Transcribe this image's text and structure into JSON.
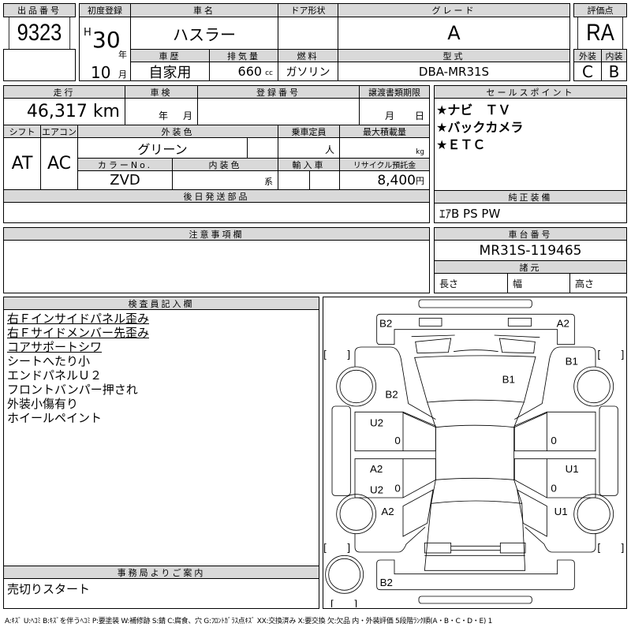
{
  "lot": {
    "label": "出品番号",
    "value": "9323"
  },
  "first_reg": {
    "label": "初度登録",
    "era": "H",
    "year": "30",
    "year_unit": "年",
    "month": "10",
    "month_unit": "月"
  },
  "car_name": {
    "label": "車名",
    "value": "ハスラー"
  },
  "door": {
    "label": "ドア形状",
    "value": ""
  },
  "grade": {
    "label": "グレード",
    "value": "A"
  },
  "history": {
    "label": "車歴",
    "value": "自家用"
  },
  "displacement": {
    "label": "排気量",
    "value": "660",
    "unit": "cc"
  },
  "fuel": {
    "label": "燃料",
    "value": "ガソリン"
  },
  "model_code": {
    "label": "型式",
    "value": "DBA-MR31S"
  },
  "score": {
    "label": "評価点",
    "value": "RA",
    "ext_label": "外装",
    "int_label": "内装",
    "ext": "C",
    "int": "B"
  },
  "mileage": {
    "label": "走行",
    "value": "46,317 km"
  },
  "inspection": {
    "label": "車検",
    "year_unit": "年",
    "month_unit": "月"
  },
  "reg_number": {
    "label": "登録番号",
    "value": ""
  },
  "doc_deadline": {
    "label": "譲渡書類期限",
    "month_unit": "月",
    "day_unit": "日"
  },
  "shift": {
    "label": "シフト",
    "value": "AT"
  },
  "aircon": {
    "label": "エアコン",
    "value": "AC"
  },
  "ext_color": {
    "label": "外装色",
    "value": "グリーン"
  },
  "capacity": {
    "label": "乗車定員",
    "unit": "人"
  },
  "max_load": {
    "label": "最大積載量",
    "unit": "kg"
  },
  "color_no": {
    "label": "カラーNo.",
    "value": "ZVD"
  },
  "int_color": {
    "label": "内装色",
    "unit": "系"
  },
  "import": {
    "label": "輸入車"
  },
  "recycle": {
    "label": "リサイクル預託金",
    "value": "8,400",
    "unit": "円"
  },
  "later_parts": {
    "label": "後日発送部品",
    "value": ""
  },
  "sales_points": {
    "label": "セールスポイント",
    "items": [
      "★ナビ　ＴＶ",
      "★バックカメラ",
      "★ＥＴＣ"
    ]
  },
  "factory_equipment": {
    "label": "純正装備",
    "value": "ｴｱB PS PW"
  },
  "chassis": {
    "label": "車台番号",
    "value": "MR31S-119465"
  },
  "specs": {
    "label": "諸元",
    "length": "長さ",
    "width": "幅",
    "height": "高さ"
  },
  "notes": {
    "label": "注意事項欄",
    "value": ""
  },
  "inspector": {
    "label": "検査員記入欄",
    "items": [
      {
        "text": "右Ｆインサイドパネル歪み",
        "underline": true
      },
      {
        "text": "右Ｆサイドメンバー先歪み",
        "underline": true
      },
      {
        "text": "コアサポートシワ",
        "underline": true
      },
      {
        "text": "シートへたり小",
        "underline": false
      },
      {
        "text": "エンドパネルＵ２",
        "underline": false
      },
      {
        "text": "フロントバンパー押され",
        "underline": false
      },
      {
        "text": "外装小傷有り",
        "underline": false
      },
      {
        "text": "ホイールペイント",
        "underline": false
      }
    ]
  },
  "office": {
    "label": "事務局よりご案内",
    "value": "売切りスタート"
  },
  "diagram": {
    "marks": [
      "B2",
      "A2",
      "B1",
      "B1",
      "B2",
      "U2",
      "0",
      "0",
      "A2",
      "U2",
      "0",
      "0",
      "U1",
      "A2",
      "U1",
      "B2"
    ],
    "bracket": "[　　]"
  },
  "legend": "A:ｷｽﾞ U:ﾍｺﾐ B:ｷｽﾞを伴うﾍｺﾐ P:要塗装 W:補修跡 S:錆 C:腐食、穴 G:ﾌﾛﾝﾄｶﾞﾗｽ点ｷｽﾞ XX:交換済み X:要交換 欠:欠品 内・外装評価 5段階ﾗﾝｸ順(A・B・C・D・E) 1"
}
